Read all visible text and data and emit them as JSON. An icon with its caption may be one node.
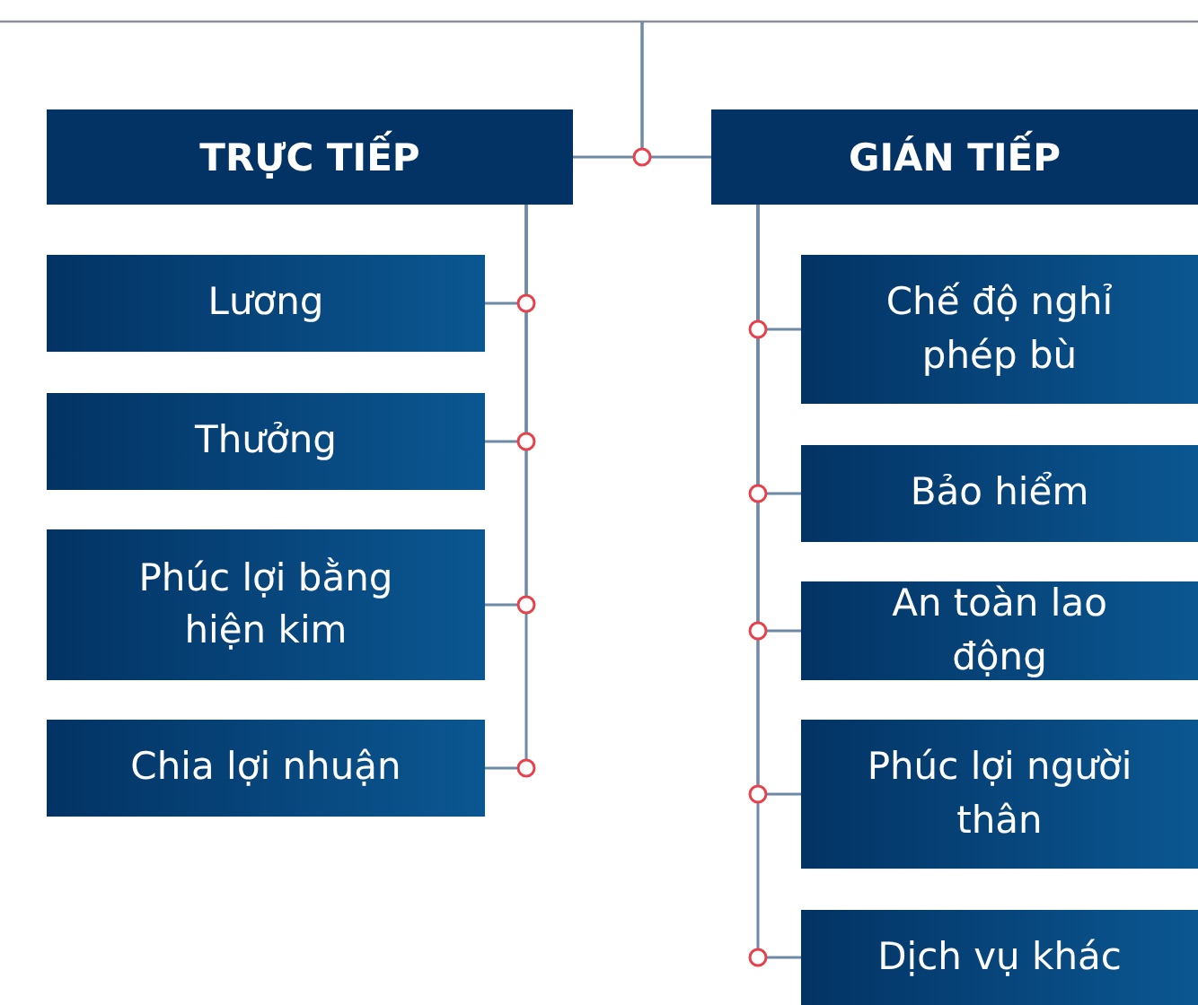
{
  "diagram": {
    "nodes": [
      {
        "text": [
          "TRỰC TIẾP"
        ]
      },
      {
        "text": [
          "GIÁN TIẾP"
        ]
      },
      {
        "text": [
          "Lương"
        ]
      },
      {
        "text": [
          "Thưởng"
        ]
      },
      {
        "text": [
          "Phúc lợi bằng hiện kim"
        ]
      },
      {
        "text": [
          "Chia lợi nhuận"
        ]
      },
      {
        "text": [
          "Chế độ nghỉ phép bù"
        ]
      },
      {
        "text": [
          "Bảo hiểm"
        ]
      },
      {
        "text": [
          "An toàn lao động"
        ]
      },
      {
        "text": [
          "Phúc lợi người thân"
        ]
      },
      {
        "text": [
          "Dịch vụ khác"
        ]
      }
    ],
    "edges": [
      {
        "from": null,
        "to": 0,
        "arrow": "none"
      },
      {
        "from": null,
        "to": 1,
        "arrow": "none"
      },
      {
        "from": 0,
        "to": 2,
        "arrow": "none"
      },
      {
        "from": 0,
        "to": 3,
        "arrow": "none"
      },
      {
        "from": 0,
        "to": 4,
        "arrow": "none"
      },
      {
        "from": 0,
        "to": 5,
        "arrow": "none"
      },
      {
        "from": 1,
        "to": 6,
        "arrow": "none"
      },
      {
        "from": 1,
        "to": 7,
        "arrow": "none"
      },
      {
        "from": 1,
        "to": 8,
        "arrow": "none"
      },
      {
        "from": 1,
        "to": 9,
        "arrow": "none"
      },
      {
        "from": 1,
        "to": 10,
        "arrow": "none"
      }
    ]
  }
}
